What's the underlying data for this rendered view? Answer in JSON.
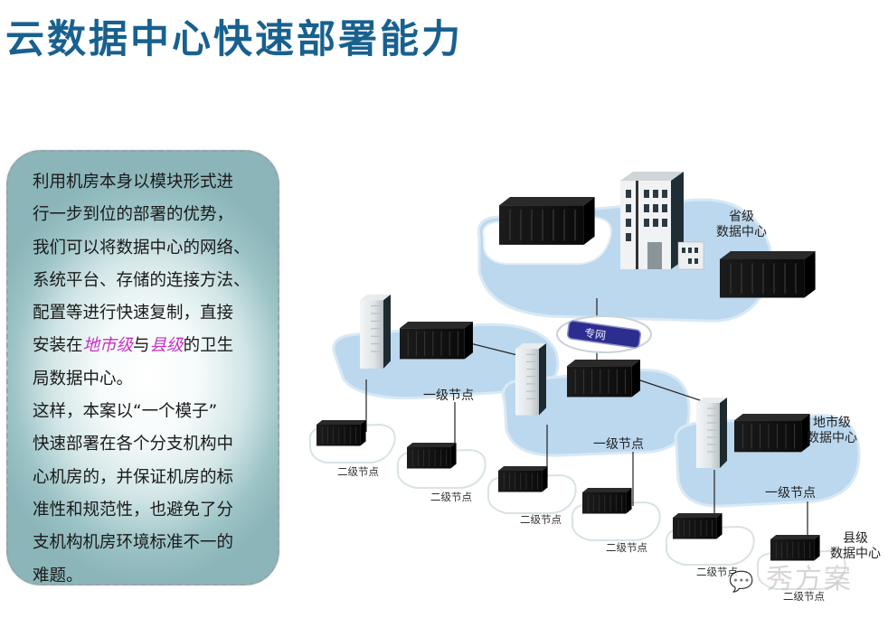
{
  "title": "云数据中心快速部署能力",
  "description": {
    "lines": [
      {
        "parts": [
          {
            "text": "利用机房本身以模块形式进",
            "highlight": false
          }
        ]
      },
      {
        "parts": [
          {
            "text": "行一步到位的部署的优势，",
            "highlight": false
          }
        ]
      },
      {
        "parts": [
          {
            "text": "我们可以将数据中心的网络、",
            "highlight": false
          }
        ]
      },
      {
        "parts": [
          {
            "text": "系统平台、存储的连接方法、",
            "highlight": false
          }
        ]
      },
      {
        "parts": [
          {
            "text": "配置等进行快速复制，直接",
            "highlight": false
          }
        ]
      },
      {
        "parts": [
          {
            "text": "安装在",
            "highlight": false
          },
          {
            "text": "地市级",
            "highlight": true
          },
          {
            "text": "与",
            "highlight": false
          },
          {
            "text": "县级",
            "highlight": true
          },
          {
            "text": "的卫生",
            "highlight": false
          }
        ]
      },
      {
        "parts": [
          {
            "text": "局数据中心。",
            "highlight": false
          }
        ]
      },
      {
        "parts": [
          {
            "text": "这样，本案以“一个模子”",
            "highlight": false
          }
        ]
      },
      {
        "parts": [
          {
            "text": "快速部署在各个分支机构中",
            "highlight": false
          }
        ]
      },
      {
        "parts": [
          {
            "text": "心机房的，并保证机房的标",
            "highlight": false
          }
        ]
      },
      {
        "parts": [
          {
            "text": "准性和规范性，也避免了分",
            "highlight": false
          }
        ]
      },
      {
        "parts": [
          {
            "text": "支机构机房环境标准不一的",
            "highlight": false
          }
        ]
      },
      {
        "parts": [
          {
            "text": "难题。",
            "highlight": false
          }
        ]
      }
    ],
    "highlight_color": "#c630c6"
  },
  "diagram": {
    "provincial": {
      "line1": "省级",
      "line2": "数据中心"
    },
    "private_network": "专网",
    "city": {
      "line1": "地市级",
      "line2": "数据中心"
    },
    "county": {
      "line1": "县级",
      "line2": "数据中心"
    },
    "level1_nodes": [
      "一级节点",
      "一级节点",
      "一级节点"
    ],
    "level2_nodes": [
      "二级节点",
      "二级节点",
      "二级节点",
      "二级节点",
      "二级节点",
      "二级节点"
    ]
  },
  "watermark": "秀方案",
  "colors": {
    "title": "#18618f",
    "platform": "#b9d6ec",
    "network_badge": "#2b2b8c"
  }
}
